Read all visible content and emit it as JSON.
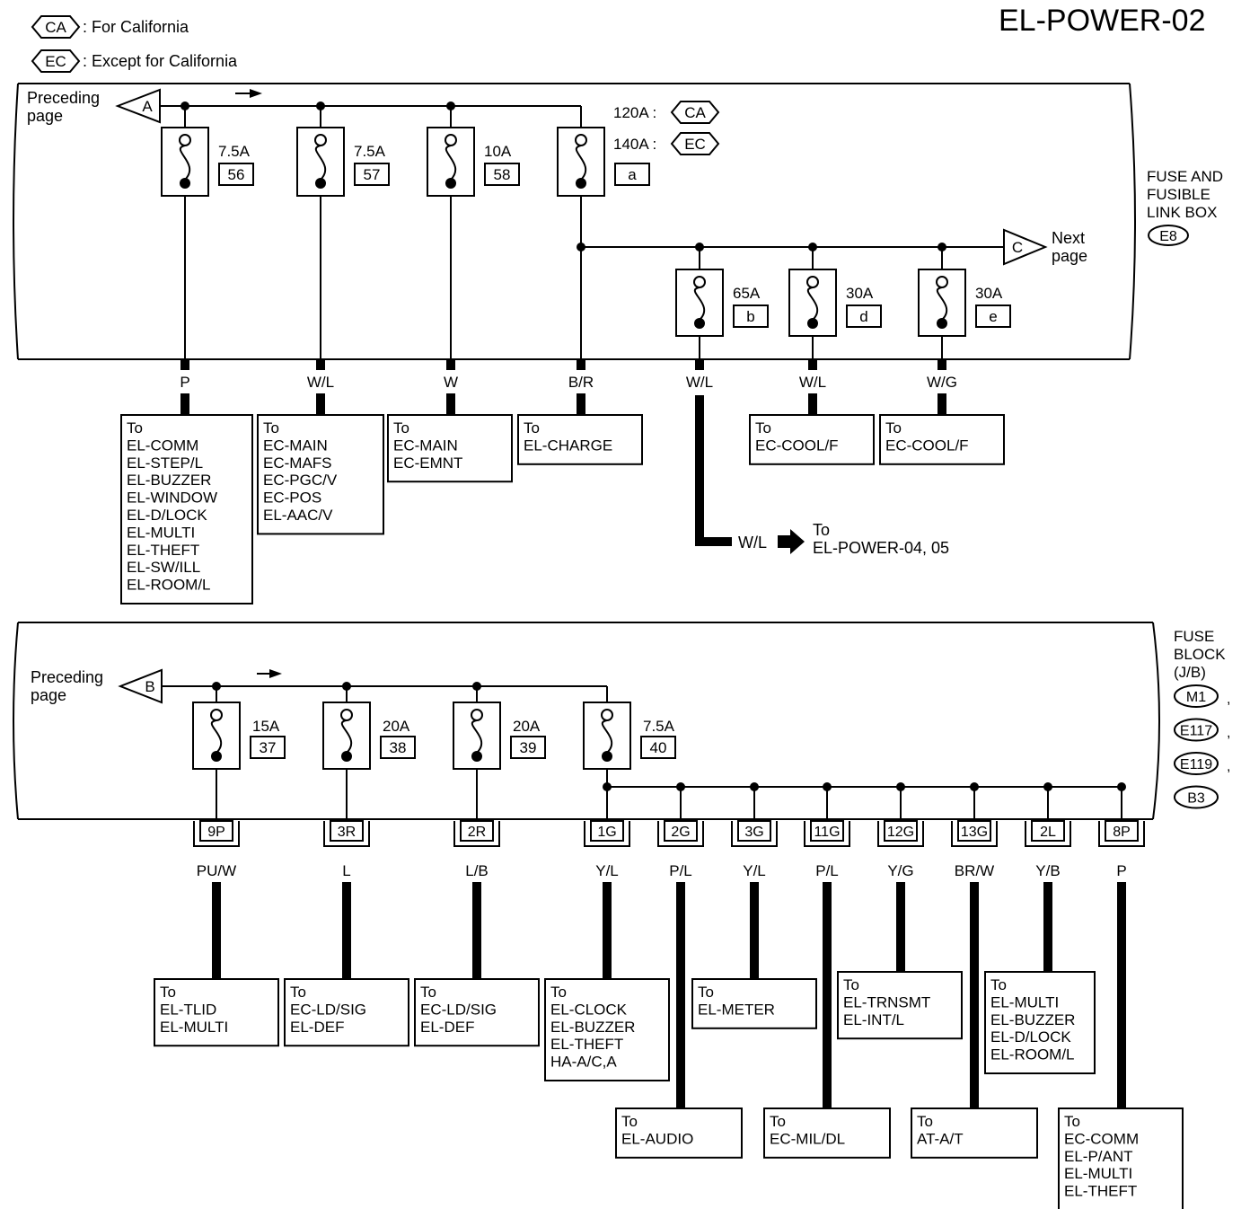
{
  "title": "EL-POWER-02",
  "legend": [
    {
      "code": "CA",
      "text": ": For California"
    },
    {
      "code": "EC",
      "text": ": Except for California"
    }
  ],
  "colors": {
    "line": "#000000",
    "background": "#ffffff"
  },
  "top_box": {
    "label": [
      "FUSE AND",
      "FUSIBLE",
      "LINK BOX"
    ],
    "connector": "E8",
    "preceding": {
      "letter": "A",
      "text": [
        "Preceding",
        "page"
      ]
    },
    "next": {
      "letter": "C",
      "text": [
        "Next",
        "page"
      ]
    },
    "link_ratings": [
      {
        "rating": "120A :",
        "code": "CA"
      },
      {
        "rating": "140A :",
        "code": "EC"
      }
    ],
    "fuses": [
      {
        "rating": "7.5A",
        "id": "56",
        "wire": "P",
        "dest": [
          "To",
          "EL-COMM",
          "EL-STEP/L",
          "EL-BUZZER",
          "EL-WINDOW",
          "EL-D/LOCK",
          "EL-MULTI",
          "EL-THEFT",
          "EL-SW/ILL",
          "EL-ROOM/L"
        ]
      },
      {
        "rating": "7.5A",
        "id": "57",
        "wire": "W/L",
        "dest": [
          "To",
          "EC-MAIN",
          "EC-MAFS",
          "EC-PGC/V",
          "EC-POS",
          "EL-AAC/V"
        ]
      },
      {
        "rating": "10A",
        "id": "58",
        "wire": "W",
        "dest": [
          "To",
          "EC-MAIN",
          "EC-EMNT"
        ]
      },
      {
        "rating": "",
        "id": "a",
        "wire": "B/R",
        "dest": [
          "To",
          "EL-CHARGE"
        ]
      },
      {
        "rating": "65A",
        "id": "b",
        "wire": "W/L",
        "dest": []
      },
      {
        "rating": "30A",
        "id": "d",
        "wire": "W/L",
        "dest": [
          "To",
          "EC-COOL/F"
        ]
      },
      {
        "rating": "30A",
        "id": "e",
        "wire": "W/G",
        "dest": [
          "To",
          "EC-COOL/F"
        ]
      }
    ],
    "branch": {
      "wire": "W/L",
      "dest": [
        "To",
        "EL-POWER-04, 05"
      ]
    }
  },
  "bottom_box": {
    "label": [
      "FUSE",
      "BLOCK",
      "(J/B)"
    ],
    "connectors": [
      "M1",
      "E117",
      "E119",
      "B3"
    ],
    "connector_seps": [
      ",",
      ",",
      ","
    ],
    "preceding": {
      "letter": "B",
      "text": [
        "Preceding",
        "page"
      ]
    },
    "fuses": [
      {
        "rating": "15A",
        "id": "37"
      },
      {
        "rating": "20A",
        "id": "38"
      },
      {
        "rating": "20A",
        "id": "39"
      },
      {
        "rating": "7.5A",
        "id": "40"
      }
    ],
    "terminals": [
      {
        "pin": "9P",
        "wire": "PU/W",
        "dest": [
          "To",
          "EL-TLID",
          "EL-MULTI"
        ]
      },
      {
        "pin": "3R",
        "wire": "L",
        "dest": [
          "To",
          "EC-LD/SIG",
          "EL-DEF"
        ]
      },
      {
        "pin": "2R",
        "wire": "L/B",
        "dest": [
          "To",
          "EC-LD/SIG",
          "EL-DEF"
        ]
      },
      {
        "pin": "1G",
        "wire": "Y/L",
        "dest": [
          "To",
          "EL-CLOCK",
          "EL-BUZZER",
          "EL-THEFT",
          "HA-A/C,A"
        ]
      },
      {
        "pin": "2G",
        "wire": "P/L",
        "dest": [
          "To",
          "EL-AUDIO"
        ]
      },
      {
        "pin": "3G",
        "wire": "Y/L",
        "dest": [
          "To",
          "EL-METER"
        ]
      },
      {
        "pin": "11G",
        "wire": "P/L",
        "dest": [
          "To",
          "EC-MIL/DL"
        ]
      },
      {
        "pin": "12G",
        "wire": "Y/G",
        "dest": [
          "To",
          "EL-TRNSMT",
          "EL-INT/L"
        ]
      },
      {
        "pin": "13G",
        "wire": "BR/W",
        "dest": [
          "To",
          "AT-A/T"
        ]
      },
      {
        "pin": "2L",
        "wire": "Y/B",
        "dest": [
          "To",
          "EL-MULTI",
          "EL-BUZZER",
          "EL-D/LOCK",
          "EL-ROOM/L"
        ]
      },
      {
        "pin": "8P",
        "wire": "P",
        "dest": [
          "To",
          "EC-COMM",
          "EL-P/ANT",
          "EL-MULTI",
          "EL-THEFT"
        ]
      }
    ]
  }
}
